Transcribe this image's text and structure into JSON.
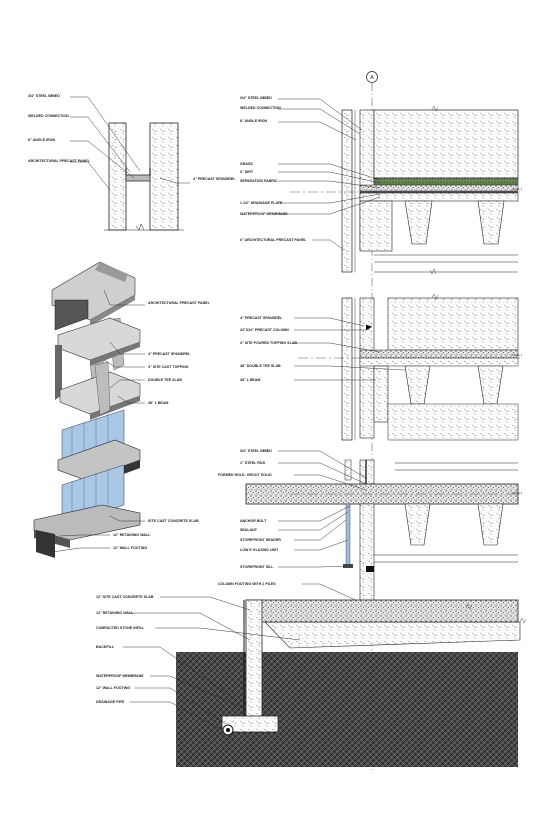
{
  "grid_marker": "A",
  "level_tags": [
    "LEVEL 2",
    "LEVEL 1",
    "LEVEL 0"
  ],
  "detail_small": {
    "labels": [
      "3/4\" STEEL IMBED",
      "WELDED CONNECTION",
      "8\" ANGLE IRON",
      "ARCHITECTURAL PRECAST PANEL"
    ],
    "label_right": "4\" PRECAST SPANDREL"
  },
  "section_top": {
    "labels": [
      "3/4\" STEEL IMBED",
      "WELDED CONNECTION",
      "8\" ANGLE IRON",
      "GRASS",
      "6\" DIRT",
      "SEPARATION FABRIC",
      "1 1/2\" DRAINAGE PLATE",
      "WATERPROOF MEMBRANE",
      "6\" ARCHITECTURAL PRECAST PANEL"
    ]
  },
  "section_mid": {
    "labels": [
      "4\" PRECAST SPANDREL",
      "24\"X24\" PRECAST COLUMN",
      "3\" SITE POURED TOPPING SLAB",
      "48\" DOUBLE TEE SLAB",
      "48\" L BEAM"
    ]
  },
  "section_low": {
    "labels": [
      "3/4\" STEEL IMBED",
      "1\" STEEL ROD",
      "FORMED HOLE- GROUT SOLID",
      "ANCHOR BOLT",
      "SEALANT",
      "STOREFRONT HEADER",
      "LOW E GLAZING UNIT",
      "STOREFRONT SILL",
      "COLUMN FOOTING WITH 2 PILES"
    ]
  },
  "foundation": {
    "labels": [
      "12\" SITE CAST CONCRETE SLAB",
      "12\" RETAINING WALL",
      "COMPACTED STONE INFILL",
      "BACKFILL",
      "WATERPROOF MEMBRANE",
      "12\" WALL FOOTING",
      "DRAINAGE PIPE"
    ]
  },
  "axon": {
    "labels": [
      "ARCHITECTURAL PRECAST PANEL",
      "4\" PRECAST SPANDREL",
      "3\" SITE CAST TOPPING",
      "DOUBLE TEE SLAB",
      "48\" L BEAM",
      "SITE CAST CONCRETE SLAB",
      "12\" RETAINING WALL",
      "12\" WALL FOOTING"
    ]
  }
}
